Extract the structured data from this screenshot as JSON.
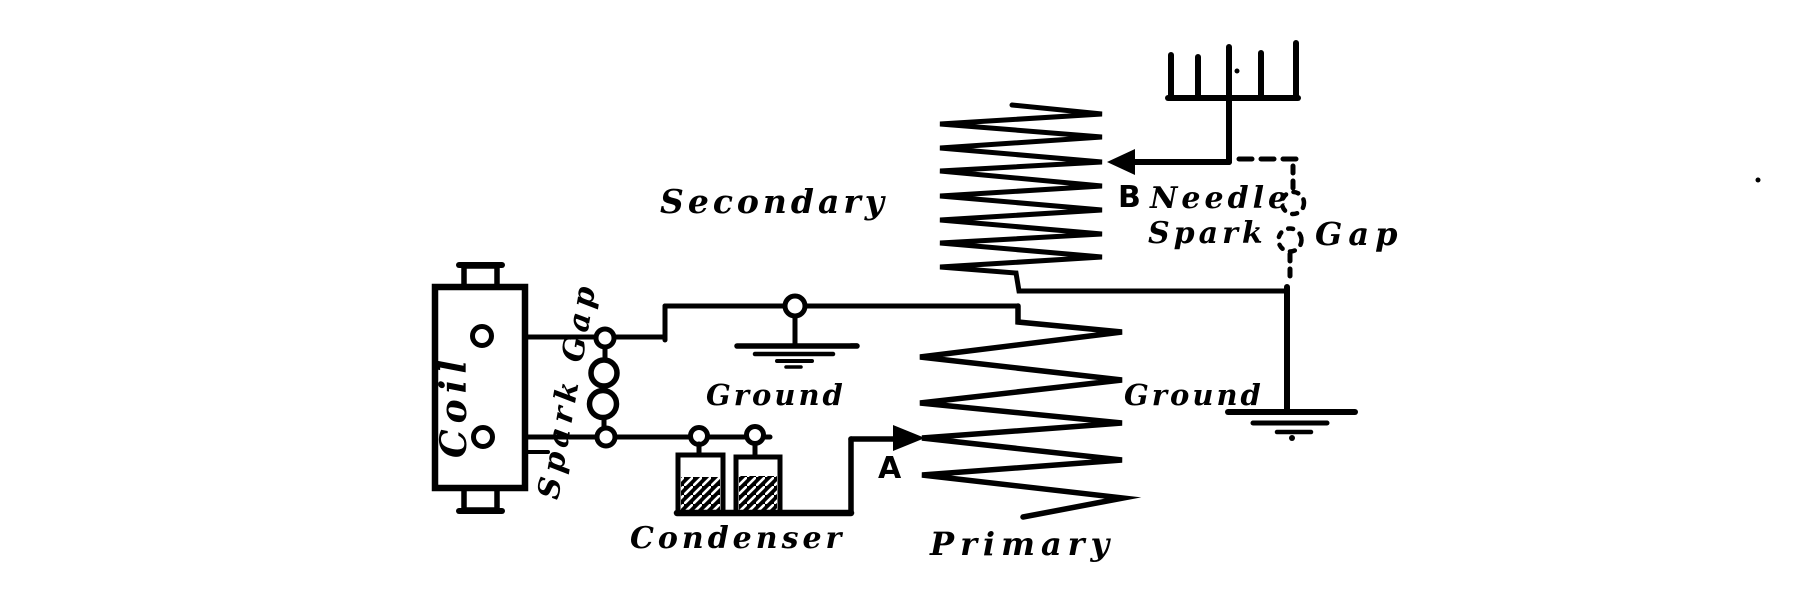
{
  "figure": {
    "type": "hand-drawn-circuit-diagram",
    "subject": "spark-gap wireless transmitter circuit",
    "background_color": "#ffffff",
    "ink_color": "#000000",
    "labels": {
      "secondary": "Secondary",
      "point_b": "B",
      "needle_word1": "Needle",
      "needle_word2": "Spark",
      "needle_word3": "Gap",
      "ground_center": "Ground",
      "ground_right": "Ground",
      "coil": "Coil",
      "spark_gap": "Spark Gap",
      "condenser": "Condenser",
      "primary": "Primary",
      "point_a": "A"
    },
    "components": [
      {
        "name": "aerial",
        "depicts": "five-wire aerial comb at top right"
      },
      {
        "name": "aerial-lead-arrow-b",
        "depicts": "lead from aerial with left arrow at point B"
      },
      {
        "name": "needle-spark-gap",
        "depicts": "dotted-line gap with two dotted balls"
      },
      {
        "name": "secondary-coil",
        "depicts": "large zigzag helix, upper middle"
      },
      {
        "name": "primary-coil",
        "depicts": "zigzag helix, lower middle, tapped at point A"
      },
      {
        "name": "induction-coil",
        "depicts": "boxed coil at left with two terminal posts"
      },
      {
        "name": "spark-gap-balls",
        "depicts": "two touching balls between small terminals"
      },
      {
        "name": "condenser",
        "depicts": "two hatched leyden-jar cells"
      },
      {
        "name": "earth-ground-center",
        "depicts": "earth symbol tapped from upper wire"
      },
      {
        "name": "earth-ground-right",
        "depicts": "earth symbol at lower right"
      }
    ]
  }
}
